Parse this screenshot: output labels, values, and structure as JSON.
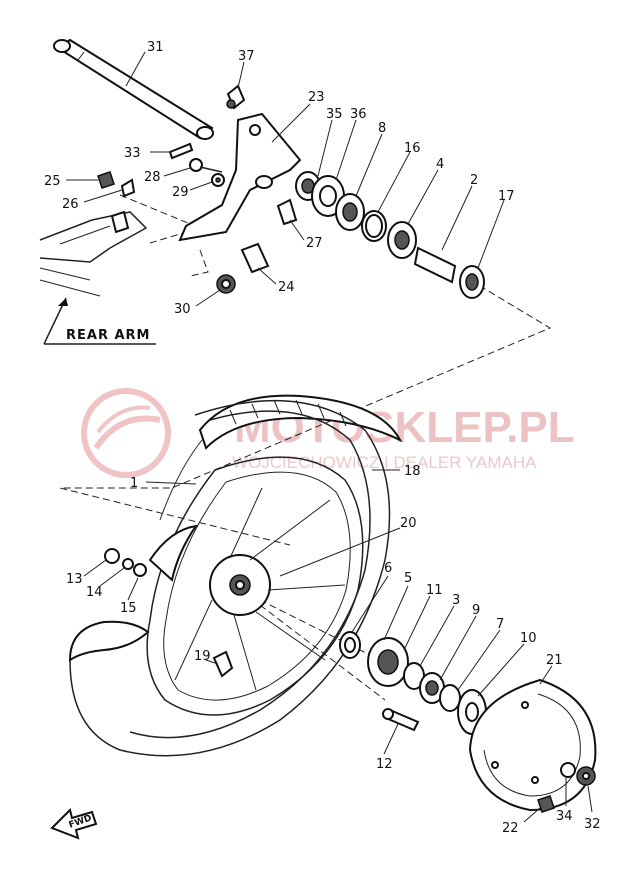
{
  "diagram": {
    "caption": "REAR ARM",
    "fwd_label": "FWD",
    "watermark": {
      "main": "MOTOSKLEP.PL",
      "sub": "WOJCIECHOWICZ I DEALER YAMAHA"
    },
    "part_labels": {
      "p31": "31",
      "p37": "37",
      "p23": "23",
      "p35": "35",
      "p36": "36",
      "p8": "8",
      "p16": "16",
      "p4": "4",
      "p2": "2",
      "p17": "17",
      "p33": "33",
      "p28": "28",
      "p29": "29",
      "p25": "25",
      "p26": "26",
      "p27": "27",
      "p24": "24",
      "p30": "30",
      "p1": "1",
      "p18": "18",
      "p20": "20",
      "p13": "13",
      "p14": "14",
      "p15": "15",
      "p6": "6",
      "p5": "5",
      "p11": "11",
      "p3": "3",
      "p9": "9",
      "p7": "7",
      "p10": "10",
      "p21": "21",
      "p19": "19",
      "p12": "12",
      "p34": "34",
      "p32": "32",
      "p22": "22"
    }
  }
}
